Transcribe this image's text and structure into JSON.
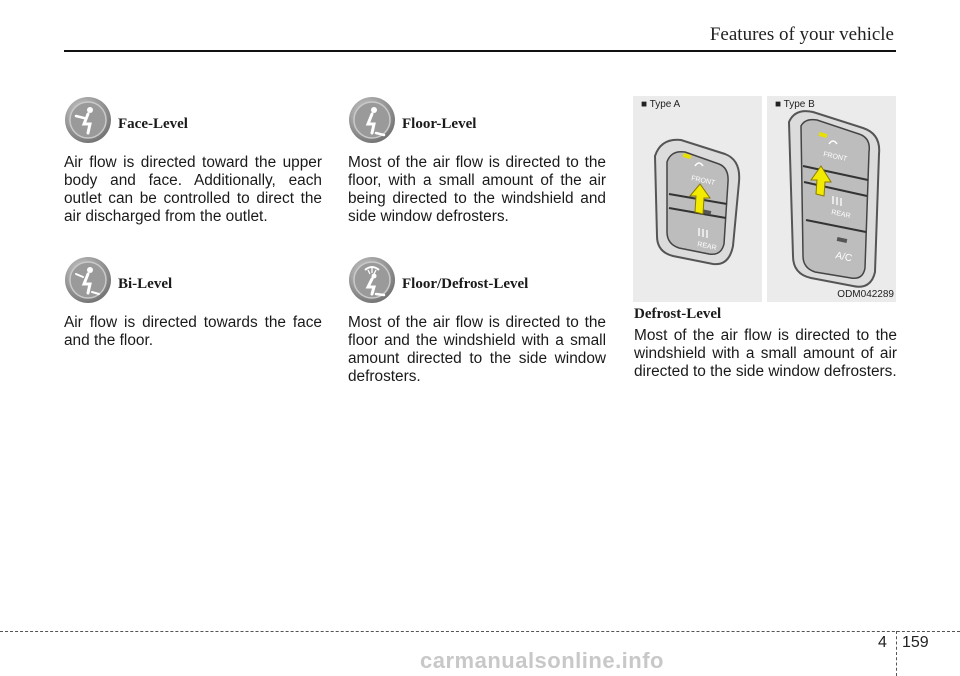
{
  "header": {
    "title": "Features of your vehicle"
  },
  "sections": {
    "face": {
      "title": "Face-Level",
      "text": "Air flow is directed toward the upper body and face. Additionally, each outlet can be controlled to direct the air discharged from the outlet."
    },
    "bi": {
      "title": "Bi-Level",
      "text": "Air flow is directed towards the face and the floor."
    },
    "floor": {
      "title": "Floor-Level",
      "text": "Most of the air flow is directed to the floor, with a small amount of the air being directed to the windshield and side window defrosters."
    },
    "floor_defrost": {
      "title": "Floor/Defrost-Level",
      "text": "Most of the air flow is directed to the floor and the windshield with a small amount directed to the side window defrosters."
    },
    "defrost": {
      "title": "Defrost-Level",
      "text": "Most of the air flow is directed to the windshield with a small amount of air directed to the side window defrosters."
    }
  },
  "figure": {
    "type_a": "■ Type A",
    "type_b": "■ Type B",
    "code": "ODM042289",
    "button_front": "FRONT",
    "button_rear": "REAR",
    "button_ac": "A/C"
  },
  "footer": {
    "chapter": "4",
    "page": "159"
  },
  "watermark": "carmanualsonline.info"
}
